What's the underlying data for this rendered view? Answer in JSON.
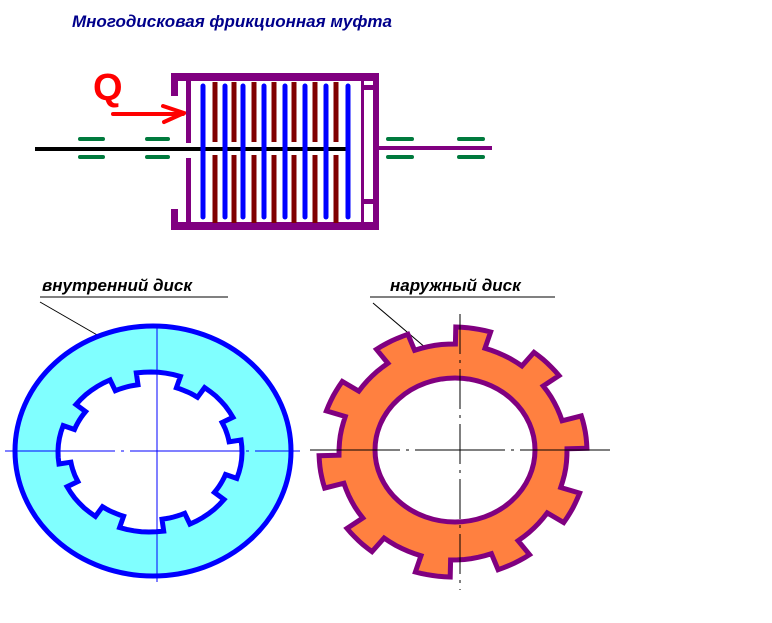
{
  "title": "Многодисковая фрикционная муфта",
  "force_label": "Q",
  "inner_disc": {
    "label": "внутренний диск",
    "teeth": 8
  },
  "outer_disc": {
    "label": "наружный диск",
    "teeth": 10
  },
  "colors": {
    "title": "#00008b",
    "housing": "#800080",
    "inner_disc_line": "#0000ff",
    "inner_disc_fill": "#80ffff",
    "outer_disc_plate": "#800000",
    "outer_disc_fill": "#ff8040",
    "force": "#ff0000",
    "bearing": "#007a3d"
  }
}
